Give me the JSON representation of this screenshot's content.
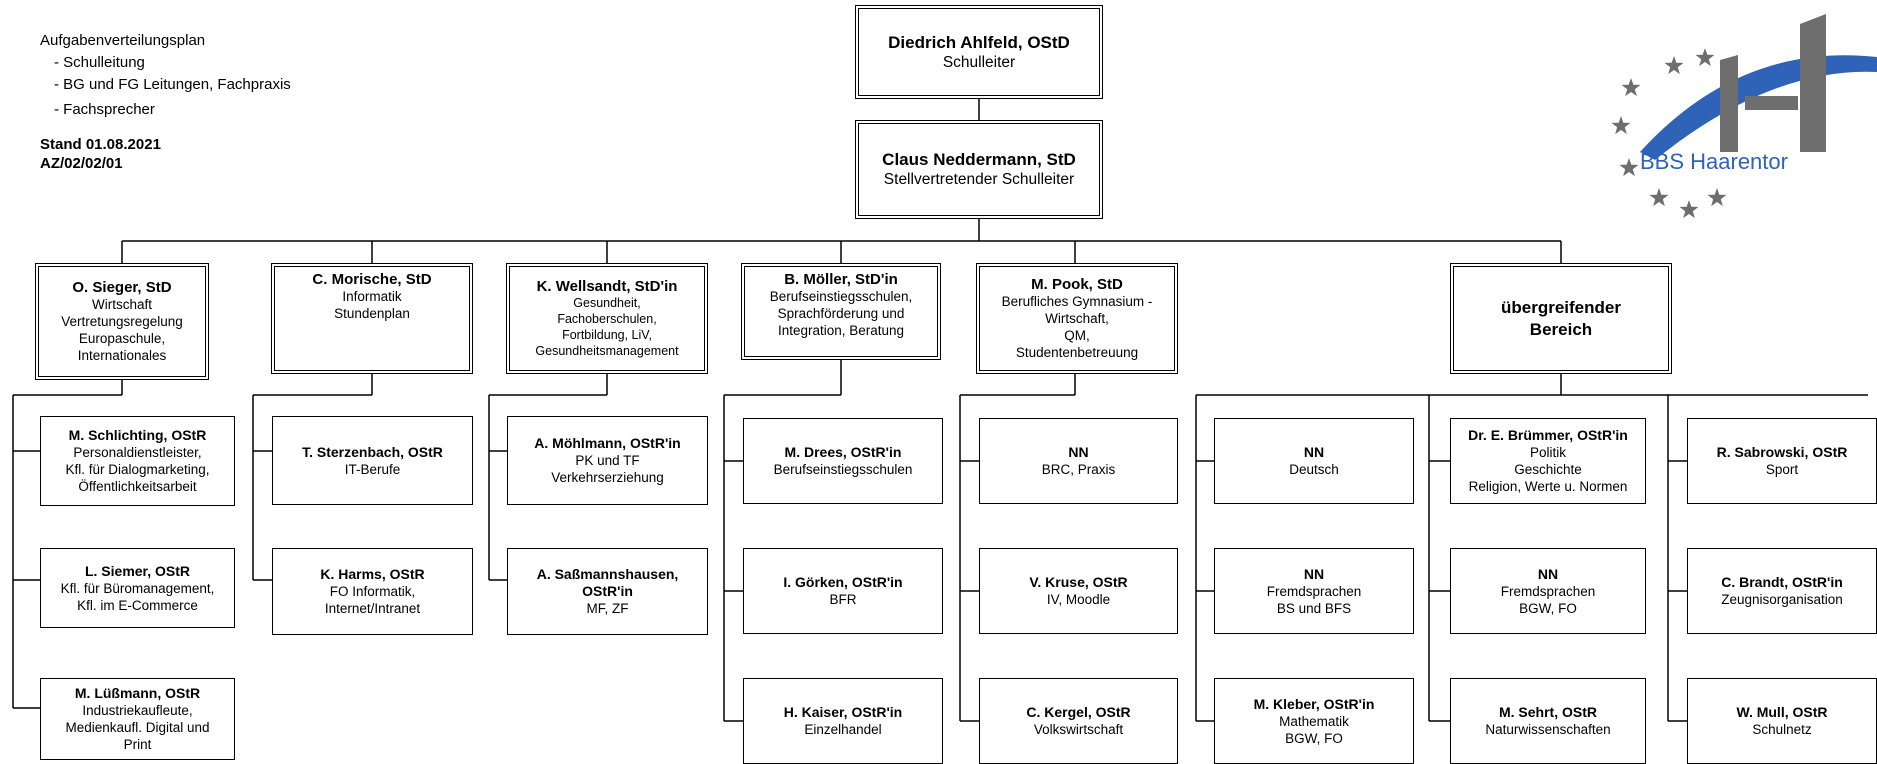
{
  "info": {
    "title": "Aufgabenverteilungsplan",
    "items": [
      "- Schulleitung",
      "- BG und FG Leitungen, Fachpraxis",
      "- Fachsprecher"
    ],
    "stand": "Stand 01.08.2021",
    "az": "AZ/02/02/01"
  },
  "logo": {
    "text": "BBS Haarentor",
    "blue": "#2e63b8",
    "grey": "#6e6e6e"
  },
  "top": [
    {
      "name": "Diedrich Ahlfeld, OStD",
      "role": "Schulleiter"
    },
    {
      "name": "Claus Neddermann, StD",
      "role": "Stellvertretender Schulleiter"
    }
  ],
  "heads": [
    {
      "name": "O. Sieger, StD",
      "desc": "Wirtschaft\nVertretungsregelung\nEuropaschule,\nInternationales"
    },
    {
      "name": "C. Morische, StD",
      "desc": "Informatik\nStundenplan"
    },
    {
      "name": "K. Wellsandt, StD'in",
      "desc": "Gesundheit,\nFachoberschulen,\nFortbildung, LiV,\nGesundheitsmanagement"
    },
    {
      "name": "B. Möller, StD'in",
      "desc": "Berufseinstiegsschulen,\nSprachförderung und\nIntegration, Beratung"
    },
    {
      "name": "M. Pook, StD",
      "desc": "Berufliches Gymnasium -\nWirtschaft,\nQM,\nStudentenbetreuung"
    },
    {
      "name": "",
      "desc": "übergreifender\nBereich"
    }
  ],
  "columns": [
    [
      {
        "name": "M. Schlichting, OStR",
        "desc": "Personaldienstleister,\nKfl. für Dialogmarketing,\nÖffentlichkeitsarbeit"
      },
      {
        "name": "L. Siemer, OStR",
        "desc": "Kfl. für Büromanagement,\nKfl. im E-Commerce"
      },
      {
        "name": "M. Lüßmann, OStR",
        "desc": "Industriekaufleute,\nMedienkaufl. Digital und\nPrint"
      }
    ],
    [
      {
        "name": "T. Sterzenbach, OStR",
        "desc": "IT-Berufe"
      },
      {
        "name": "K. Harms, OStR",
        "desc": "FO Informatik,\nInternet/Intranet"
      }
    ],
    [
      {
        "name": "A. Möhlmann, OStR'in",
        "desc": "PK und TF\nVerkehrserziehung"
      },
      {
        "name": "A. Saßmannshausen,\nOStR'in",
        "desc": "MF, ZF"
      }
    ],
    [
      {
        "name": "M. Drees, OStR'in",
        "desc": "Berufseinstiegsschulen"
      },
      {
        "name": "I. Görken, OStR'in",
        "desc": "BFR"
      },
      {
        "name": "H. Kaiser, OStR'in",
        "desc": "Einzelhandel"
      }
    ],
    [
      {
        "name": "NN",
        "desc": "BRC, Praxis"
      },
      {
        "name": "V. Kruse, OStR",
        "desc": "IV, Moodle"
      },
      {
        "name": "C. Kergel, OStR",
        "desc": "Volkswirtschaft"
      }
    ],
    [
      {
        "name": "NN",
        "desc": "Deutsch"
      },
      {
        "name": "NN",
        "desc": "Fremdsprachen\nBS und BFS"
      },
      {
        "name": "M. Kleber, OStR'in",
        "desc": "Mathematik\nBGW, FO"
      }
    ],
    [
      {
        "name": "Dr. E. Brümmer, OStR'in",
        "desc": "Politik\nGeschichte\nReligion, Werte u. Normen"
      },
      {
        "name": "NN",
        "desc": "Fremdsprachen\nBGW, FO"
      },
      {
        "name": "M. Sehrt, OStR",
        "desc": "Naturwissenschaften"
      }
    ],
    [
      {
        "name": "R. Sabrowski, OStR",
        "desc": "Sport"
      },
      {
        "name": "C. Brandt, OStR'in",
        "desc": "Zeugnisorganisation"
      },
      {
        "name": "W. Mull, OStR",
        "desc": "Schulnetz"
      }
    ]
  ]
}
